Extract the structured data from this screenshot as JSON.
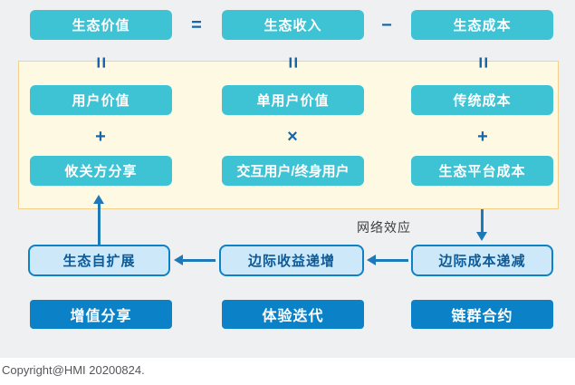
{
  "formula_row": [
    "生态价值",
    "生态收入",
    "生态成本"
  ],
  "operators": {
    "equals": "=",
    "minus": "−",
    "plus": "+",
    "times": "×",
    "equivalence": "="
  },
  "panel_top_row": [
    "用户价值",
    "单用户价值",
    "传统成本"
  ],
  "panel_bottom_row": [
    "攸关方分享",
    "交互用户/终身用户",
    "生态平台成本"
  ],
  "network_effect_label": "网络效应",
  "mechanism_row": [
    "生态自扩展",
    "边际收益递增",
    "边际成本递减"
  ],
  "strategy_row": [
    "增值分享",
    "体验迭代",
    "链群合约"
  ],
  "copyright": "Copyright@HMI 20200824.",
  "colors": {
    "background": "#eef0f2",
    "teal_node": "#3ec3d5",
    "panel_fill": "#fdf9e3",
    "panel_border": "#f7cf8d",
    "light_node_fill": "#cde9f9",
    "light_node_border": "#0f81c5",
    "light_node_text": "#0b5a9a",
    "solid_node": "#0b82c8",
    "operator": "#1766aa",
    "arrow": "#1e79b8"
  }
}
